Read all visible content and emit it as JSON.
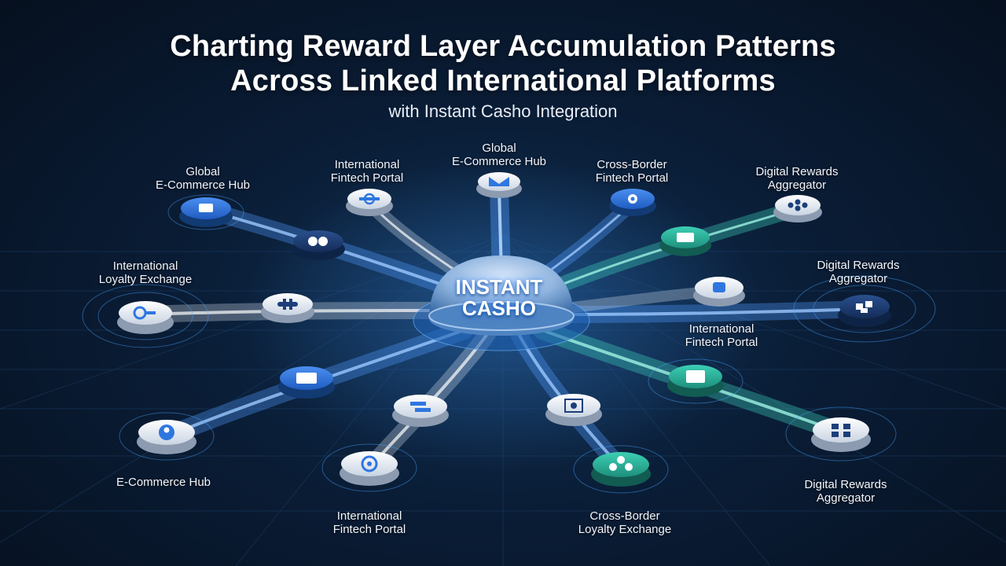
{
  "header": {
    "title_line1": "Charting Reward Layer Accumulation Patterns",
    "title_line2": "Across Linked International Platforms",
    "subtitle": "with Instant Casho Integration"
  },
  "hub": {
    "line1": "INSTANT",
    "line2": "CASHO"
  },
  "labels": {
    "global_ecommerce_left": "Global\nE-Commerce Hub",
    "fintech_top_left": "International\nFintech Portal",
    "global_ecommerce_top": "Global\nE-Commerce Hub",
    "crossborder_fintech": "Cross-Border\nFintech Portal",
    "digital_rewards_top": "Digital Rewards\nAggregator",
    "loyalty_exchange": "International\nLoyalty Exchange",
    "digital_rewards_right": "Digital Rewards\nAggregator",
    "fintech_right": "International\nFintech Portal",
    "ecommerce_hub": "E-Commerce Hub",
    "fintech_bottom": "International\nFintech Portal",
    "crossborder_loyalty": "Cross-Border\nLoyalty Exchange",
    "digital_rewards_bottom": "Digital Rewards\nAggregator"
  },
  "colors": {
    "blue_stream": "#4f9cff",
    "teal_stream": "#3fd6c0",
    "white_stream": "#dfe8f5",
    "node_blue": "#2f76e0",
    "node_navy": "#1c3f7a",
    "node_white": "#eef2f7",
    "node_teal": "#2fb9a0"
  }
}
